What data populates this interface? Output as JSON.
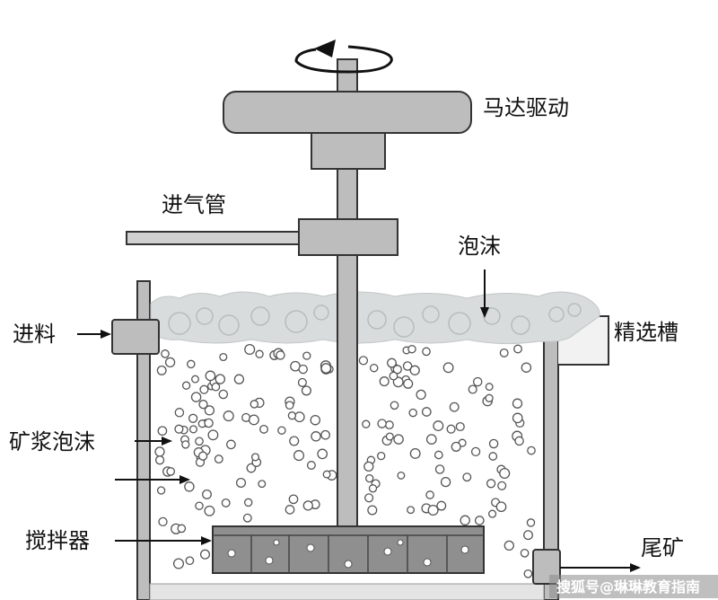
{
  "labels": {
    "motor": "马达驱动",
    "air_pipe": "进气管",
    "froth": "泡沫",
    "feed": "进料",
    "concentrate_trough": "精选槽",
    "pulp_froth": "矿浆泡沫",
    "agitator": "搅拌器",
    "tailings": "尾矿"
  },
  "watermark": "搜狐号@琳琳教育指南",
  "colors": {
    "metal": "#bdbdbd",
    "metal_dark": "#9e9e9e",
    "outline": "#333333",
    "froth": "#d9dcdc",
    "bubble": "#ffffff",
    "impeller": "#8f8f8f"
  }
}
